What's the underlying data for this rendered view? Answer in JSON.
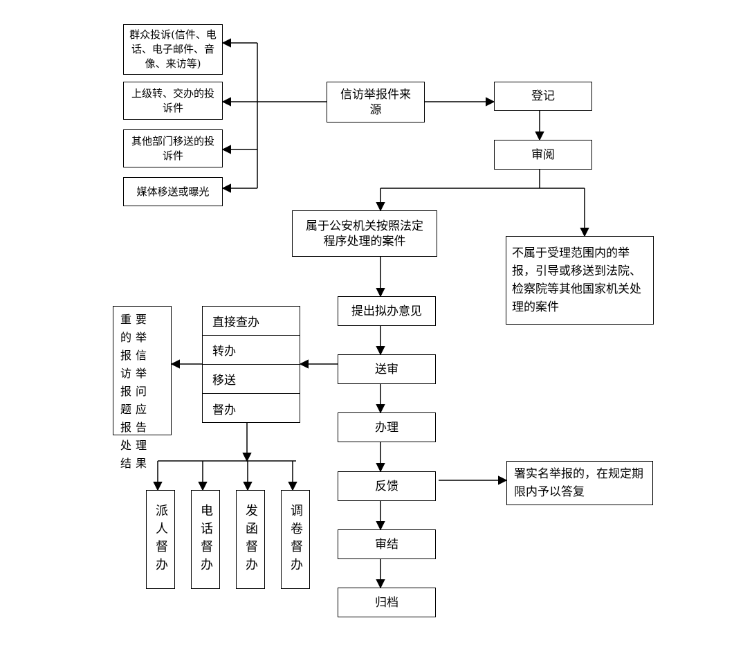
{
  "sources": {
    "title": "信访举报件来源",
    "items": [
      "群众投诉(信件、电话、电子邮件、音像、来访等)",
      "上级转、交办的投诉件",
      "其他部门移送的投诉件",
      "媒体移送或曝光"
    ]
  },
  "main_flow": {
    "register": "登记",
    "review": "审阅",
    "police_case": "属于公安机关按照法定程序处理的案件",
    "not_in_scope": "不属于受理范围内的举报，引导或移送到法院、检察院等其他国家机关处理的案件",
    "propose": "提出拟办意见",
    "submit": "送审",
    "handle": "办理",
    "feedback": "反馈",
    "conclude": "审结",
    "archive": "归档"
  },
  "feedback_note": "署实名举报的，在规定期限内予以答复",
  "handling_methods": [
    "直接查办",
    "转办",
    "移送",
    "督办"
  ],
  "important_note": "重要的举报信访举报问题应报告处理结果",
  "supervision_types": [
    "派人督办",
    "电话督办",
    "发函督办",
    "调卷督办"
  ]
}
